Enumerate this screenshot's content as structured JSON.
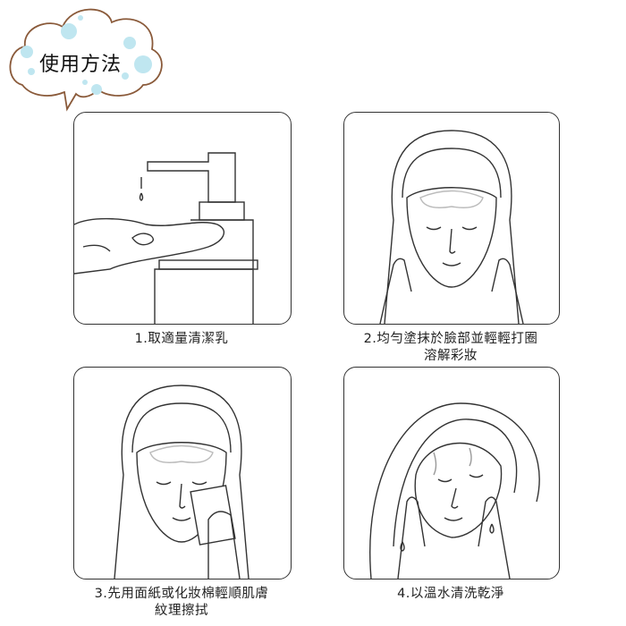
{
  "title": "使用方法",
  "steps": [
    {
      "caption_line1": "1.取適量清潔乳",
      "caption_line2": ""
    },
    {
      "caption_line1": "2.均勻塗抹於臉部並輕輕打圈",
      "caption_line2": "溶解彩妝"
    },
    {
      "caption_line1": "3.先用面紙或化妝棉輕順肌膚",
      "caption_line2": "紋理擦拭"
    },
    {
      "caption_line1": "4.以溫水清洗乾淨",
      "caption_line2": ""
    }
  ],
  "colors": {
    "cloud_outline": "#8a5a3a",
    "bubble": "#bfe6f0",
    "line": "#333333"
  }
}
